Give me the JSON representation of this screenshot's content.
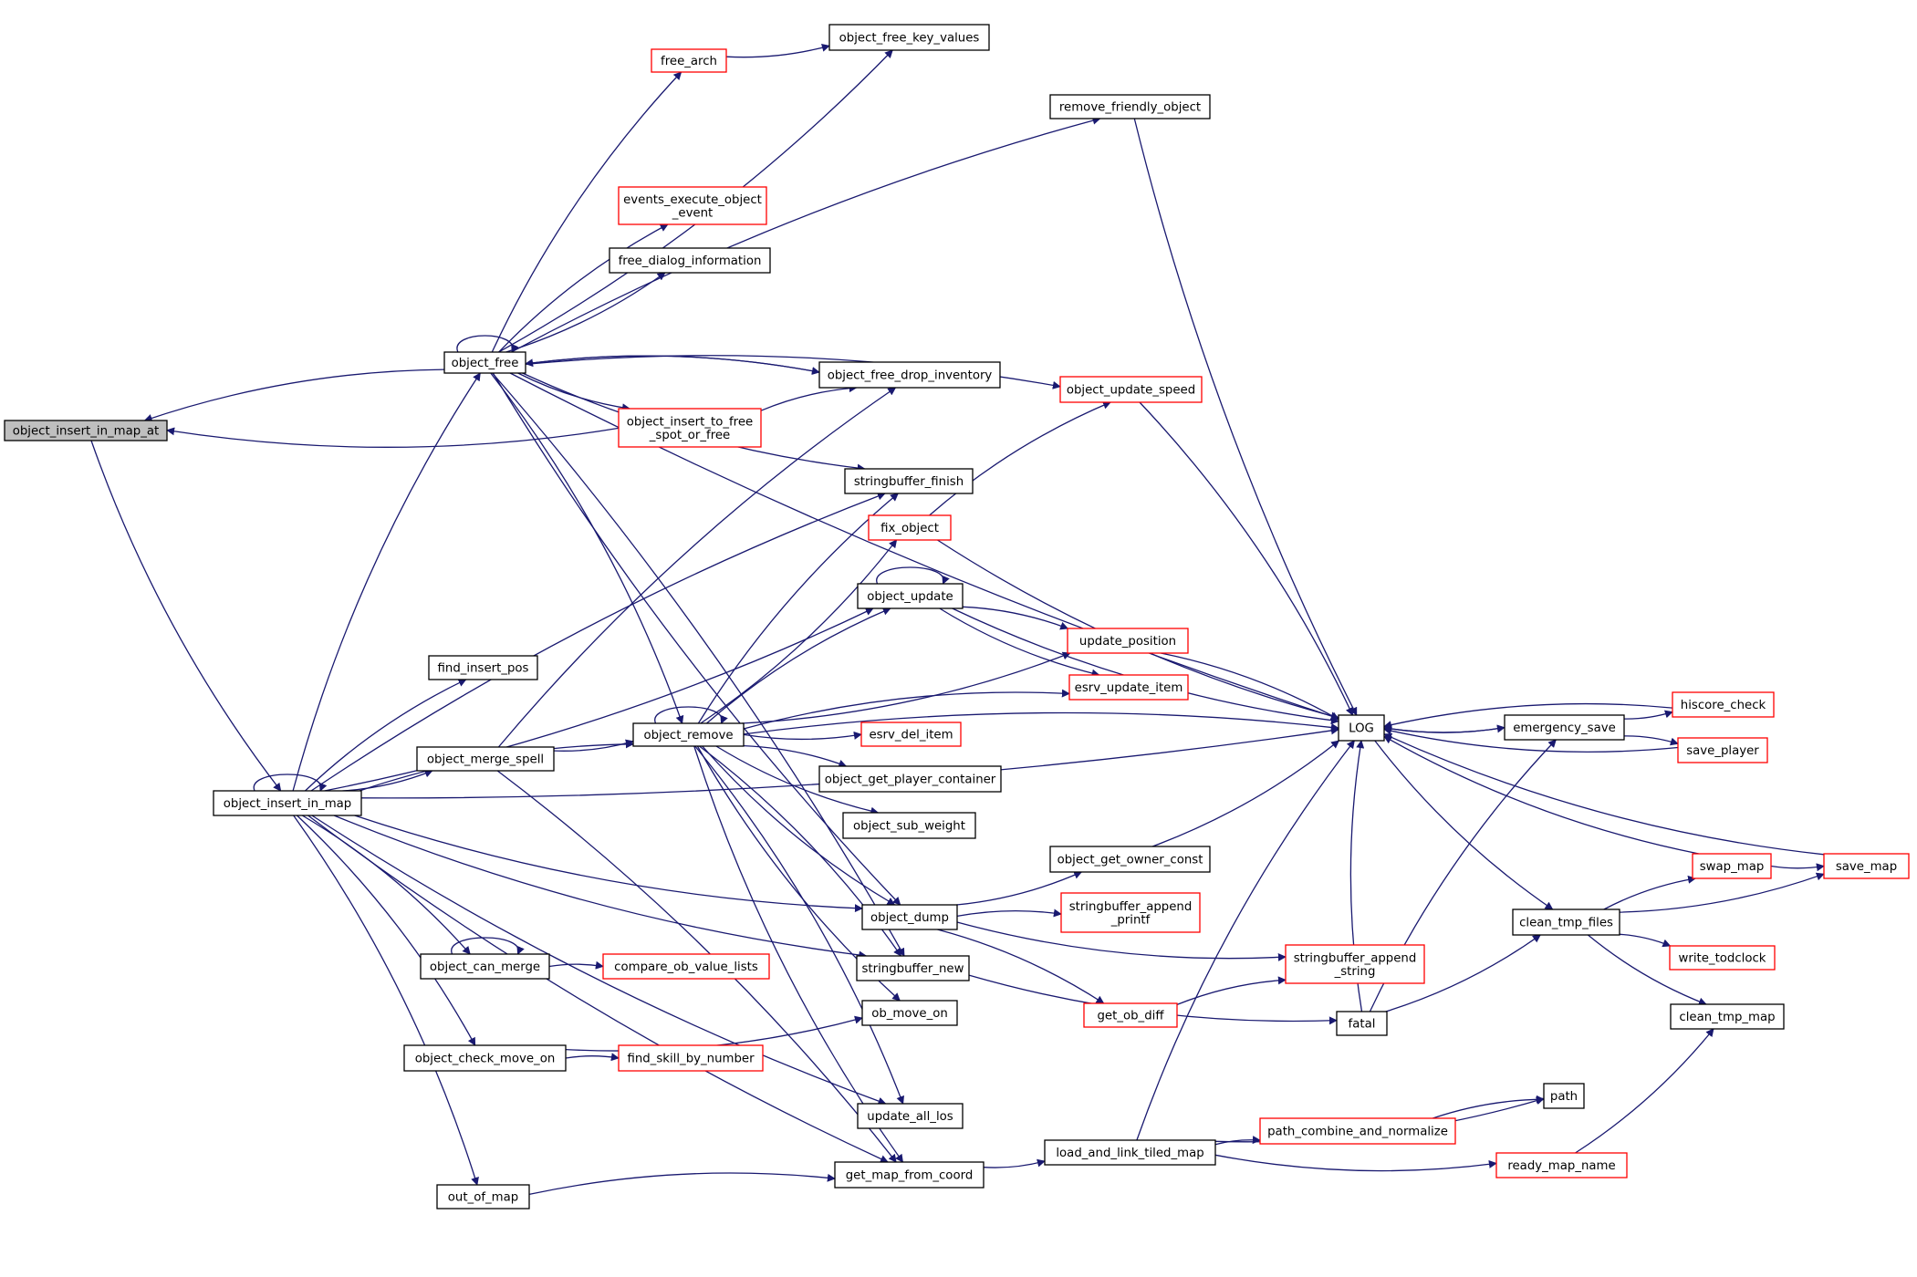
{
  "colors": {
    "edge": "#191970",
    "box_default": "#000000",
    "box_truncated": "#ff0000",
    "box_focus_fill": "#bfbfbf"
  },
  "nodes": {
    "object_insert_in_map_at": {
      "lines": [
        "object_insert_in_map_at"
      ],
      "style": "focus"
    },
    "object_free": {
      "lines": [
        "object_free"
      ],
      "style": "default"
    },
    "object_insert_to_free": {
      "lines": [
        "object_insert_to_free",
        "_spot_or_free"
      ],
      "style": "truncated"
    },
    "object_insert_in_map": {
      "lines": [
        "object_insert_in_map"
      ],
      "style": "default"
    },
    "free_arch": {
      "lines": [
        "free_arch"
      ],
      "style": "truncated"
    },
    "object_free_key_values": {
      "lines": [
        "object_free_key_values"
      ],
      "style": "default"
    },
    "remove_friendly_object": {
      "lines": [
        "remove_friendly_object"
      ],
      "style": "default"
    },
    "events_execute_object_event": {
      "lines": [
        "events_execute_object",
        "_event"
      ],
      "style": "truncated"
    },
    "free_dialog_information": {
      "lines": [
        "free_dialog_information"
      ],
      "style": "default"
    },
    "object_free_drop_inventory": {
      "lines": [
        "object_free_drop_inventory"
      ],
      "style": "default"
    },
    "object_update_speed": {
      "lines": [
        "object_update_speed"
      ],
      "style": "truncated"
    },
    "stringbuffer_finish": {
      "lines": [
        "stringbuffer_finish"
      ],
      "style": "default"
    },
    "fix_object": {
      "lines": [
        "fix_object"
      ],
      "style": "truncated"
    },
    "object_update": {
      "lines": [
        "object_update"
      ],
      "style": "default"
    },
    "update_position": {
      "lines": [
        "update_position"
      ],
      "style": "truncated"
    },
    "esrv_update_item": {
      "lines": [
        "esrv_update_item"
      ],
      "style": "truncated"
    },
    "find_insert_pos": {
      "lines": [
        "find_insert_pos"
      ],
      "style": "default"
    },
    "object_merge_spell": {
      "lines": [
        "object_merge_spell"
      ],
      "style": "default"
    },
    "object_remove": {
      "lines": [
        "object_remove"
      ],
      "style": "default"
    },
    "esrv_del_item": {
      "lines": [
        "esrv_del_item"
      ],
      "style": "truncated"
    },
    "object_get_player_container": {
      "lines": [
        "object_get_player_container"
      ],
      "style": "default"
    },
    "object_sub_weight": {
      "lines": [
        "object_sub_weight"
      ],
      "style": "default"
    },
    "object_get_owner_const": {
      "lines": [
        "object_get_owner_const"
      ],
      "style": "default"
    },
    "object_dump": {
      "lines": [
        "object_dump"
      ],
      "style": "default"
    },
    "stringbuffer_append_printf": {
      "lines": [
        "stringbuffer_append",
        "_printf"
      ],
      "style": "truncated"
    },
    "object_can_merge": {
      "lines": [
        "object_can_merge"
      ],
      "style": "default"
    },
    "compare_ob_value_lists": {
      "lines": [
        "compare_ob_value_lists"
      ],
      "style": "truncated"
    },
    "stringbuffer_new": {
      "lines": [
        "stringbuffer_new"
      ],
      "style": "default"
    },
    "stringbuffer_append_string": {
      "lines": [
        "stringbuffer_append",
        "_string"
      ],
      "style": "truncated"
    },
    "get_ob_diff": {
      "lines": [
        "get_ob_diff"
      ],
      "style": "truncated"
    },
    "ob_move_on": {
      "lines": [
        "ob_move_on"
      ],
      "style": "default"
    },
    "object_check_move_on": {
      "lines": [
        "object_check_move_on"
      ],
      "style": "default"
    },
    "find_skill_by_number": {
      "lines": [
        "find_skill_by_number"
      ],
      "style": "truncated"
    },
    "fatal": {
      "lines": [
        "fatal"
      ],
      "style": "default"
    },
    "update_all_los": {
      "lines": [
        "update_all_los"
      ],
      "style": "default"
    },
    "out_of_map": {
      "lines": [
        "out_of_map"
      ],
      "style": "default"
    },
    "get_map_from_coord": {
      "lines": [
        "get_map_from_coord"
      ],
      "style": "default"
    },
    "load_and_link_tiled_map": {
      "lines": [
        "load_and_link_tiled_map"
      ],
      "style": "default"
    },
    "path_combine_and_normalize": {
      "lines": [
        "path_combine_and_normalize"
      ],
      "style": "truncated"
    },
    "ready_map_name": {
      "lines": [
        "ready_map_name"
      ],
      "style": "truncated"
    },
    "path": {
      "lines": [
        "path"
      ],
      "style": "default"
    },
    "LOG": {
      "lines": [
        "LOG"
      ],
      "style": "default"
    },
    "emergency_save": {
      "lines": [
        "emergency_save"
      ],
      "style": "default"
    },
    "hiscore_check": {
      "lines": [
        "hiscore_check"
      ],
      "style": "truncated"
    },
    "save_player": {
      "lines": [
        "save_player"
      ],
      "style": "truncated"
    },
    "swap_map": {
      "lines": [
        "swap_map"
      ],
      "style": "truncated"
    },
    "save_map": {
      "lines": [
        "save_map"
      ],
      "style": "truncated"
    },
    "clean_tmp_files": {
      "lines": [
        "clean_tmp_files"
      ],
      "style": "default"
    },
    "write_todclock": {
      "lines": [
        "write_todclock"
      ],
      "style": "truncated"
    },
    "clean_tmp_map": {
      "lines": [
        "clean_tmp_map"
      ],
      "style": "default"
    }
  },
  "edges": [
    [
      "object_free",
      "object_insert_in_map_at"
    ],
    [
      "object_insert_to_free",
      "object_insert_in_map_at"
    ],
    [
      "object_insert_in_map_at",
      "object_insert_in_map"
    ],
    [
      "object_free",
      "object_free"
    ],
    [
      "object_free",
      "object_free_key_values"
    ],
    [
      "object_free",
      "free_arch"
    ],
    [
      "free_arch",
      "object_free_key_values"
    ],
    [
      "object_free",
      "remove_friendly_object"
    ],
    [
      "object_free",
      "LOG"
    ],
    [
      "object_free",
      "events_execute_object_event"
    ],
    [
      "object_free",
      "free_dialog_information"
    ],
    [
      "object_free",
      "object_free_drop_inventory"
    ],
    [
      "object_free_drop_inventory",
      "object_free"
    ],
    [
      "object_free",
      "object_update_speed"
    ],
    [
      "object_free",
      "object_insert_to_free"
    ],
    [
      "object_insert_to_free",
      "object_free_drop_inventory"
    ],
    [
      "object_free",
      "stringbuffer_finish"
    ],
    [
      "object_free",
      "object_remove"
    ],
    [
      "object_free",
      "object_dump"
    ],
    [
      "object_free",
      "stringbuffer_new"
    ],
    [
      "remove_friendly_object",
      "LOG"
    ],
    [
      "object_update_speed",
      "LOG"
    ],
    [
      "object_insert_in_map",
      "object_insert_in_map"
    ],
    [
      "object_insert_in_map",
      "object_free"
    ],
    [
      "object_insert_in_map",
      "LOG"
    ],
    [
      "object_insert_in_map",
      "stringbuffer_finish"
    ],
    [
      "object_insert_in_map",
      "object_update"
    ],
    [
      "object_insert_in_map",
      "find_insert_pos"
    ],
    [
      "object_insert_in_map",
      "object_merge_spell"
    ],
    [
      "object_insert_in_map",
      "object_remove"
    ],
    [
      "object_insert_in_map",
      "object_dump"
    ],
    [
      "object_insert_in_map",
      "object_can_merge"
    ],
    [
      "object_insert_in_map",
      "stringbuffer_new"
    ],
    [
      "object_insert_in_map",
      "object_check_move_on"
    ],
    [
      "object_insert_in_map",
      "update_all_los"
    ],
    [
      "object_insert_in_map",
      "out_of_map"
    ],
    [
      "object_insert_in_map",
      "get_map_from_coord"
    ],
    [
      "object_merge_spell",
      "object_free_drop_inventory"
    ],
    [
      "object_merge_spell",
      "object_remove"
    ],
    [
      "object_merge_spell",
      "get_map_from_coord"
    ],
    [
      "object_remove",
      "object_remove"
    ],
    [
      "object_remove",
      "stringbuffer_finish"
    ],
    [
      "object_remove",
      "fix_object"
    ],
    [
      "object_remove",
      "object_update"
    ],
    [
      "object_remove",
      "update_position"
    ],
    [
      "object_remove",
      "esrv_update_item"
    ],
    [
      "object_remove",
      "esrv_del_item"
    ],
    [
      "object_remove",
      "object_get_player_container"
    ],
    [
      "object_remove",
      "object_sub_weight"
    ],
    [
      "object_remove",
      "LOG"
    ],
    [
      "object_remove",
      "object_dump"
    ],
    [
      "object_remove",
      "stringbuffer_new"
    ],
    [
      "object_remove",
      "ob_move_on"
    ],
    [
      "object_remove",
      "update_all_los"
    ],
    [
      "object_remove",
      "get_map_from_coord"
    ],
    [
      "fix_object",
      "object_update_speed"
    ],
    [
      "fix_object",
      "LOG"
    ],
    [
      "object_update",
      "object_update"
    ],
    [
      "object_update",
      "LOG"
    ],
    [
      "object_update",
      "update_position"
    ],
    [
      "object_update",
      "esrv_update_item"
    ],
    [
      "update_position",
      "LOG"
    ],
    [
      "object_dump",
      "object_get_owner_const"
    ],
    [
      "object_dump",
      "stringbuffer_append_printf"
    ],
    [
      "object_dump",
      "stringbuffer_append_string"
    ],
    [
      "object_dump",
      "get_ob_diff"
    ],
    [
      "object_get_owner_const",
      "LOG"
    ],
    [
      "get_ob_diff",
      "stringbuffer_append_string"
    ],
    [
      "object_can_merge",
      "object_can_merge"
    ],
    [
      "object_can_merge",
      "compare_ob_value_lists"
    ],
    [
      "stringbuffer_new",
      "fatal"
    ],
    [
      "object_check_move_on",
      "find_skill_by_number"
    ],
    [
      "object_check_move_on",
      "ob_move_on"
    ],
    [
      "out_of_map",
      "get_map_from_coord"
    ],
    [
      "get_map_from_coord",
      "load_and_link_tiled_map"
    ],
    [
      "load_and_link_tiled_map",
      "LOG"
    ],
    [
      "load_and_link_tiled_map",
      "path"
    ],
    [
      "load_and_link_tiled_map",
      "path_combine_and_normalize"
    ],
    [
      "load_and_link_tiled_map",
      "ready_map_name"
    ],
    [
      "path_combine_and_normalize",
      "path"
    ],
    [
      "ready_map_name",
      "clean_tmp_map"
    ],
    [
      "fatal",
      "emergency_save"
    ],
    [
      "fatal",
      "clean_tmp_files"
    ],
    [
      "fatal",
      "LOG"
    ],
    [
      "LOG",
      "emergency_save"
    ],
    [
      "emergency_save",
      "LOG"
    ],
    [
      "emergency_save",
      "hiscore_check"
    ],
    [
      "emergency_save",
      "save_player"
    ],
    [
      "hiscore_check",
      "LOG"
    ],
    [
      "save_player",
      "LOG"
    ],
    [
      "LOG",
      "clean_tmp_files"
    ],
    [
      "clean_tmp_files",
      "swap_map"
    ],
    [
      "clean_tmp_files",
      "save_map"
    ],
    [
      "clean_tmp_files",
      "write_todclock"
    ],
    [
      "clean_tmp_files",
      "clean_tmp_map"
    ],
    [
      "swap_map",
      "LOG"
    ],
    [
      "swap_map",
      "save_map"
    ],
    [
      "save_map",
      "LOG"
    ]
  ]
}
